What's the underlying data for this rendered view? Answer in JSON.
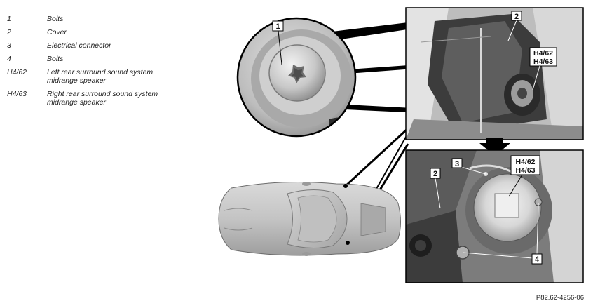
{
  "legend": [
    {
      "code": "1",
      "text": "Bolts"
    },
    {
      "code": "2",
      "text": "Cover"
    },
    {
      "code": "3",
      "text": "Electrical connector"
    },
    {
      "code": "4",
      "text": "Bolts"
    },
    {
      "code": "H4/62",
      "text": "Left rear surround sound system midrange speaker"
    },
    {
      "code": "H4/63",
      "text": "Right rear surround sound system midrange speaker"
    }
  ],
  "callouts": {
    "c1": "1",
    "c2_top": "2",
    "h4_62_top": "H4/62",
    "h4_63_top": "H4/63",
    "c2_bottom": "2",
    "c3": "3",
    "h4_62_bottom": "H4/62",
    "h4_63_bottom": "H4/63",
    "c4": "4"
  },
  "figure_id": "P82.62-4256-06"
}
